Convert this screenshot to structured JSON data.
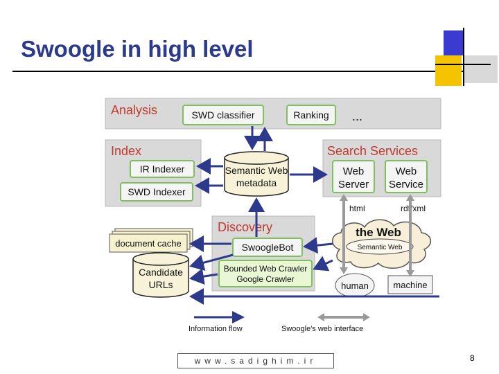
{
  "slide": {
    "title": "Swoogle in high level",
    "footer_url": "www.sadighim.ir",
    "page_number": "8"
  },
  "diagram": {
    "analysis": {
      "label": "Analysis",
      "swd_classifier": "SWD classifier",
      "ranking": "Ranking",
      "ellipsis": "..."
    },
    "index": {
      "label": "Index",
      "ir_indexer": "IR Indexer",
      "swd_indexer": "SWD Indexer"
    },
    "semantic_web_metadata": {
      "line1": "Semantic Web",
      "line2": "metadata"
    },
    "search_services": {
      "label": "Search Services",
      "web_server_line1": "Web",
      "web_server_line2": "Server",
      "web_service_line1": "Web",
      "web_service_line2": "Service"
    },
    "discovery": {
      "label": "Discovery",
      "swooglebot": "SwoogleBot",
      "crawler_line1": "Bounded Web Crawler",
      "crawler_line2": "Google Crawler"
    },
    "document_cache": "document cache",
    "candidate_urls": {
      "line1": "Candidate",
      "line2": "URLs"
    },
    "protocols": {
      "html": "html",
      "rdf_xml": "rdf/xml"
    },
    "the_web": {
      "label": "the Web",
      "semantic_web": "Semantic Web"
    },
    "human": "human",
    "machine": "machine",
    "legend": {
      "information_flow": "Information flow",
      "web_interface": "Swoogle's web interface"
    }
  }
}
